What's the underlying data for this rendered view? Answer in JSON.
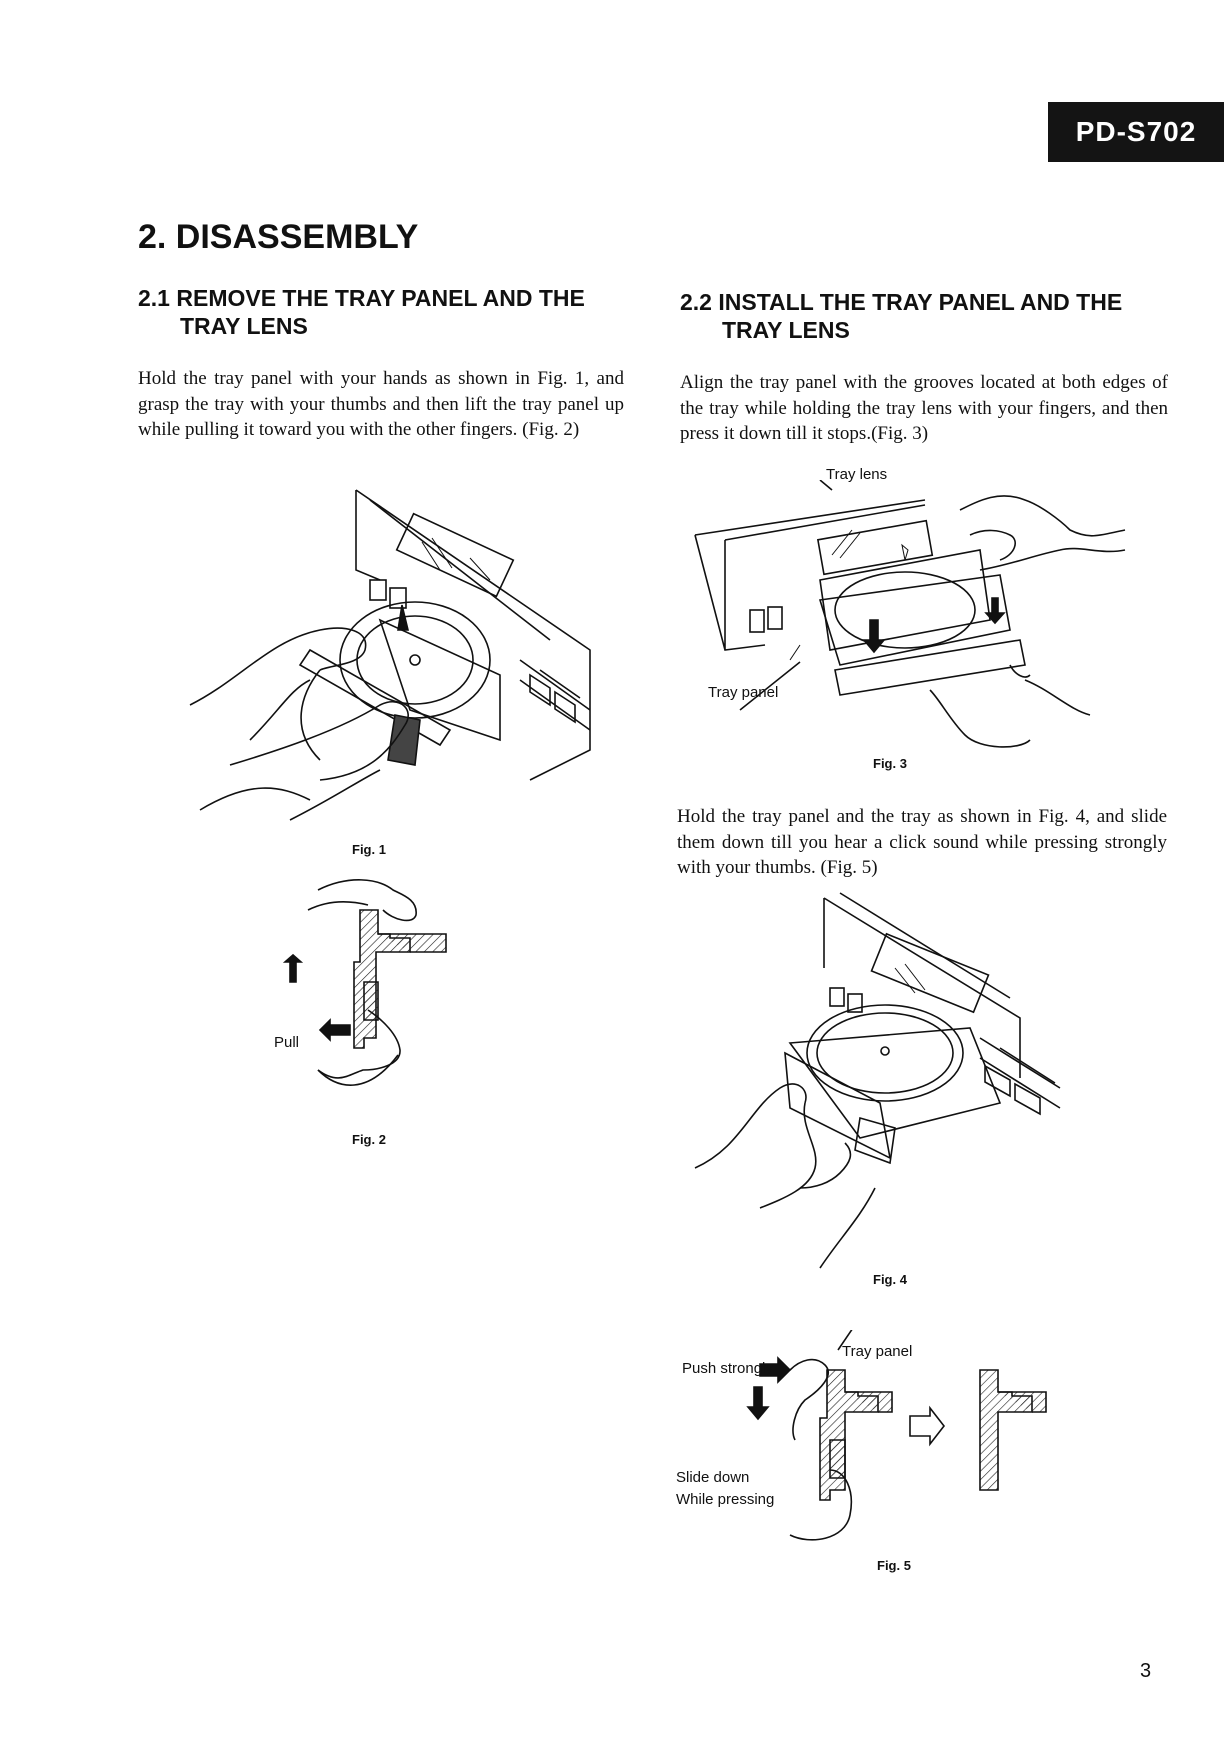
{
  "header": {
    "model": "PD-S702"
  },
  "section": {
    "title": "2. DISASSEMBLY"
  },
  "left": {
    "subtitle_line1": "2.1 REMOVE THE TRAY PANEL AND THE",
    "subtitle_line2": "TRAY LENS",
    "paragraph": "Hold the tray panel with your hands as shown in Fig. 1, and grasp the tray with your thumbs and then lift the tray panel up while pulling it toward you with the other fingers. (Fig. 2)",
    "fig1_caption": "Fig. 1",
    "fig2_label_pull": "Pull",
    "fig2_caption": "Fig. 2"
  },
  "right": {
    "subtitle_line1": "2.2 INSTALL THE TRAY PANEL AND THE",
    "subtitle_line2": "TRAY LENS",
    "paragraph1": "Align the tray panel with the grooves located at both edges of the tray while holding the tray lens with your fingers, and then press it down till it stops.(Fig. 3)",
    "fig3_label_tray_lens": "Tray lens",
    "fig3_label_tray_panel": "Tray panel",
    "fig3_caption": "Fig. 3",
    "paragraph2": "Hold the tray panel and the tray as shown in Fig. 4, and slide them down till you hear a click sound while pressing strongly with your thumbs. (Fig. 5)",
    "fig4_caption": "Fig. 4",
    "fig5_label_push": "Push strongly",
    "fig5_label_tray_panel": "Tray panel",
    "fig5_label_slide": "Slide down",
    "fig5_label_while": "While pressing",
    "fig5_caption": "Fig. 5"
  },
  "footer": {
    "page_number": "3"
  }
}
